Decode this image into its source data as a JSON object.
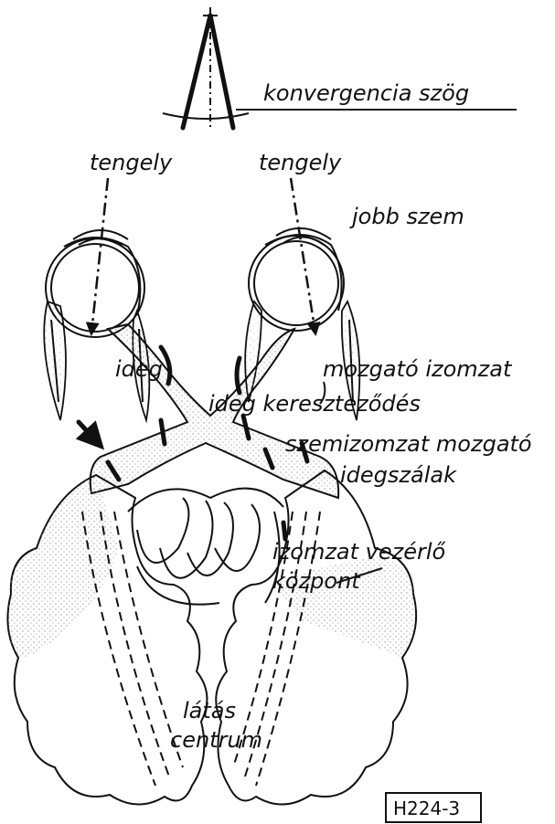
{
  "labels": {
    "convergence_angle": "konvergencia szög",
    "axis_left": "tengely",
    "axis_right": "tengely",
    "right_eye": "jobb szem",
    "nerve_left": "ideg",
    "nerve_crossing": "ideg kereszteződés",
    "moving_muscles": "mozgató izomzat",
    "eye_muscle_nerves_1": "szemizomzat mozgató",
    "eye_muscle_nerves_2": "idegszálak",
    "muscle_control_1": "izomzat vezérlő",
    "muscle_control_2": "központ",
    "visual_center_1": "látás",
    "visual_center_2": "centrum",
    "figure_code": "H224-3"
  },
  "colors": {
    "ink": "#111111",
    "background": "#ffffff",
    "stipple": "#9a9a9a"
  }
}
